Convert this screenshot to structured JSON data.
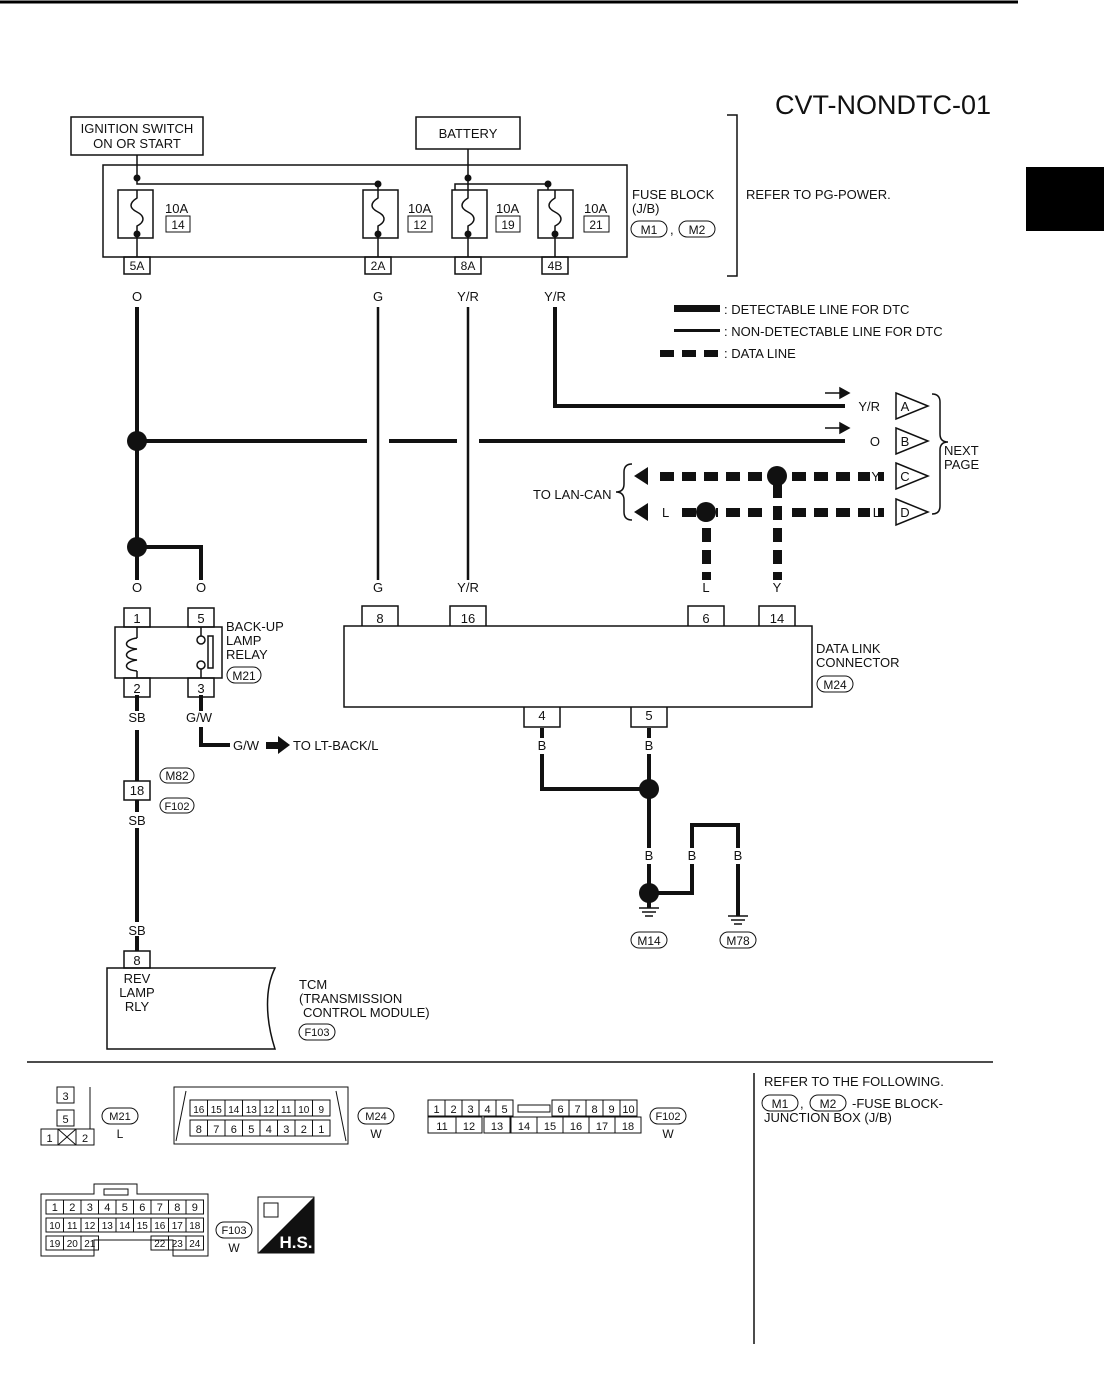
{
  "title": "CVT-NONDTC-01",
  "sources": {
    "ignition": [
      "IGNITION SWITCH",
      "ON OR START"
    ],
    "battery": "BATTERY"
  },
  "fuse_block": {
    "label": [
      "FUSE BLOCK",
      "(J/B)"
    ],
    "connectors": [
      "M1",
      "M2"
    ],
    "refer": "REFER TO PG-POWER.",
    "fuses": [
      {
        "amp": "10A",
        "num": "14",
        "terminal": "5A",
        "wire": "O"
      },
      {
        "amp": "10A",
        "num": "12",
        "terminal": "2A",
        "wire": "G"
      },
      {
        "amp": "10A",
        "num": "19",
        "terminal": "8A",
        "wire": "Y/R"
      },
      {
        "amp": "10A",
        "num": "21",
        "terminal": "4B",
        "wire": "Y/R"
      }
    ]
  },
  "legend": [
    {
      "style": "detectable",
      "text": ": DETECTABLE LINE FOR DTC"
    },
    {
      "style": "non-detectable",
      "text": ": NON-DETECTABLE LINE FOR DTC"
    },
    {
      "style": "data",
      "text": ": DATA LINE"
    }
  ],
  "next_page": {
    "label": [
      "NEXT",
      "PAGE"
    ],
    "items": [
      {
        "wire": "Y/R",
        "letter": "A"
      },
      {
        "wire": "O",
        "letter": "B"
      },
      {
        "wire": "Y",
        "letter": "C"
      },
      {
        "wire": "L",
        "letter": "D"
      }
    ]
  },
  "lan_can": {
    "label": "TO LAN-CAN",
    "wires": [
      "Y",
      "L"
    ]
  },
  "relay": {
    "label": [
      "BACK-UP",
      "LAMP",
      "RELAY"
    ],
    "connector": "M21",
    "pins": [
      {
        "pin": "1",
        "wire": "O"
      },
      {
        "pin": "5",
        "wire": "O"
      },
      {
        "pin": "2",
        "wire": "SB"
      },
      {
        "pin": "3",
        "wire": "G/W"
      }
    ],
    "output": {
      "wire": "G/W",
      "to": "TO LT-BACK/L"
    }
  },
  "dlc": {
    "label": [
      "DATA LINK",
      "CONNECTOR"
    ],
    "connector": "M24",
    "top_pins": [
      {
        "pin": "8",
        "wire": "G"
      },
      {
        "pin": "16",
        "wire": "Y/R"
      },
      {
        "pin": "6",
        "wire": "L"
      },
      {
        "pin": "14",
        "wire": "Y"
      }
    ],
    "bottom_pins": [
      {
        "pin": "4",
        "wire": "B"
      },
      {
        "pin": "5",
        "wire": "B"
      }
    ]
  },
  "harness_joint": {
    "pin": "18",
    "wire": "SB",
    "connectors": [
      "M82",
      "F102"
    ]
  },
  "grounds": {
    "wires": [
      "B",
      "B",
      "B"
    ],
    "labels": [
      "M14",
      "M78"
    ]
  },
  "tcm": {
    "pin": "8",
    "wire": "SB",
    "pin_label": [
      "REV",
      "LAMP",
      "RLY"
    ],
    "name": [
      "TCM",
      "(TRANSMISSION",
      "CONTROL MODULE)"
    ],
    "connector": "F103"
  },
  "connector_views": {
    "m21": {
      "id": "M21",
      "color": "L",
      "pins": [
        "3",
        "5",
        "1",
        "2"
      ]
    },
    "m24": {
      "id": "M24",
      "color": "W",
      "row1": [
        "16",
        "15",
        "14",
        "13",
        "12",
        "11",
        "10",
        "9"
      ],
      "row2": [
        "8",
        "7",
        "6",
        "5",
        "4",
        "3",
        "2",
        "1"
      ]
    },
    "f102": {
      "id": "F102",
      "color": "W",
      "row1": [
        "1",
        "2",
        "3",
        "4",
        "5",
        "6",
        "7",
        "8",
        "9",
        "10"
      ],
      "row2": [
        "11",
        "12",
        "13",
        "14",
        "15",
        "16",
        "17",
        "18"
      ]
    },
    "f103": {
      "id": "F103",
      "color": "W",
      "row1": [
        "1",
        "2",
        "3",
        "4",
        "5",
        "6",
        "7",
        "8",
        "9"
      ],
      "row2": [
        "10",
        "11",
        "12",
        "13",
        "14",
        "15",
        "16",
        "17",
        "18"
      ],
      "row3": [
        "19",
        "20",
        "21",
        "22",
        "23",
        "24"
      ]
    }
  },
  "hs_badge": "H.S.",
  "refer_following": {
    "heading": "REFER TO THE FOLLOWING.",
    "connectors": [
      "M1",
      "M2"
    ],
    "text": [
      "-FUSE BLOCK-",
      "JUNCTION BOX (J/B)"
    ]
  }
}
